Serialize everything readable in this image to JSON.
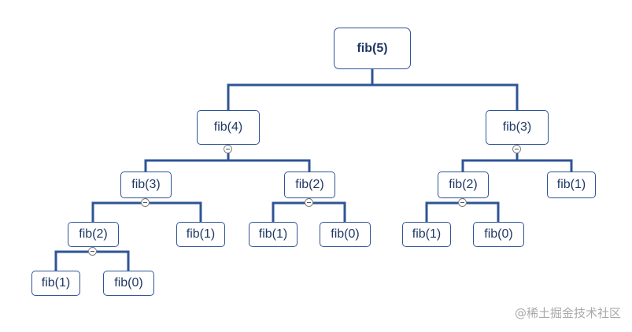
{
  "colors": {
    "edge": "#2f5496",
    "node_border": "#2f5496",
    "node_text": "#1f3864"
  },
  "tree": {
    "root": "fib(5)",
    "n4": "fib(4)",
    "n3r": "fib(3)",
    "n3l": "fib(3)",
    "n2a": "fib(2)",
    "n2b": "fib(2)",
    "n2c": "fib(2)",
    "n1a": "fib(1)",
    "n1b": "fib(1)",
    "n1c": "fib(1)",
    "n1d": "fib(1)",
    "n1e": "fib(1)",
    "n0a": "fib(0)",
    "n0b": "fib(0)",
    "n0c": "fib(0)"
  },
  "watermark": "@稀土掘金技术社区"
}
